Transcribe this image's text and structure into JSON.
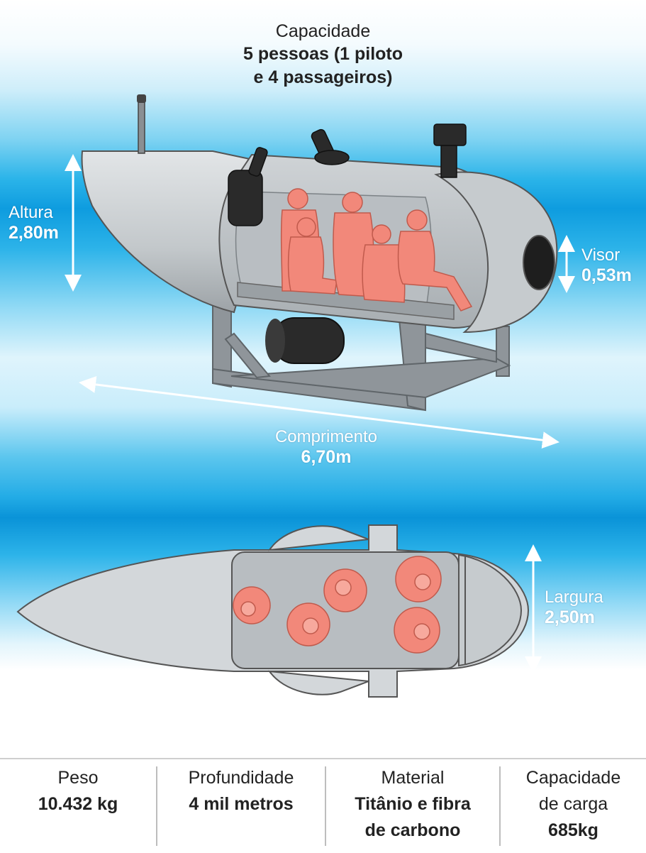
{
  "capacity": {
    "label": "Capacidade",
    "value": "5 pessoas (1 piloto\ne 4 passageiros)"
  },
  "dimensions": {
    "height": {
      "label": "Altura",
      "value": "2,80m"
    },
    "viewport": {
      "label": "Visor",
      "value": "0,53m"
    },
    "length": {
      "label": "Comprimento",
      "value": "6,70m"
    },
    "width": {
      "label": "Largura",
      "value": "2,50m"
    }
  },
  "specs": [
    {
      "label": "Peso",
      "value": "10.432 kg"
    },
    {
      "label": "Profundidade",
      "value": "4 mil metros"
    },
    {
      "label": "Material",
      "value": "Titânio e fibra\nde carbono"
    },
    {
      "label": "Capacidade\nde carga",
      "value": "685kg"
    }
  ],
  "colors": {
    "ocean": "#0e9cdf",
    "hull": "#c9cdd0",
    "frame": "#8c9296",
    "occupants": "#f2887a",
    "dark_parts": "#2a2a2a"
  },
  "illustrations": [
    "submersible-side-view",
    "submersible-top-view"
  ]
}
